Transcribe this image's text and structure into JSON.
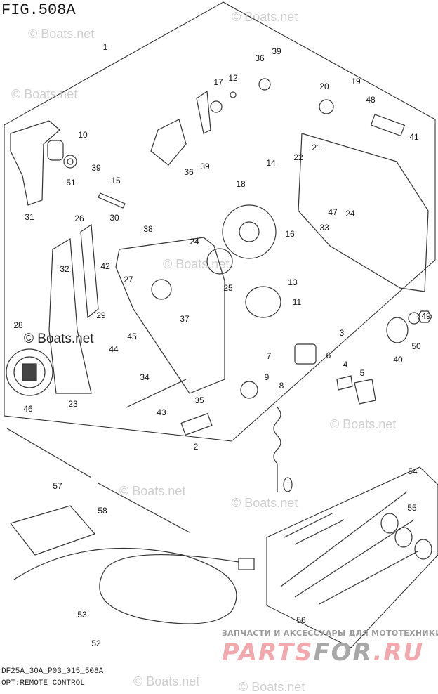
{
  "figure": {
    "title": "FIG.508A",
    "code": "DF25A_30A_P03_015_508A",
    "caption": "OPT:REMOTE CONTROL"
  },
  "callouts": [
    "1",
    "36",
    "39",
    "17",
    "12",
    "19",
    "20",
    "48",
    "10",
    "41",
    "39",
    "15",
    "36",
    "39",
    "14",
    "22",
    "21",
    "18",
    "51",
    "47",
    "24",
    "31",
    "26",
    "30",
    "33",
    "16",
    "38",
    "24",
    "32",
    "42",
    "27",
    "25",
    "13",
    "11",
    "29",
    "37",
    "3",
    "28",
    "44",
    "45",
    "6",
    "4",
    "5",
    "7",
    "40",
    "50",
    "49",
    "9",
    "8",
    "34",
    "23",
    "46",
    "43",
    "35",
    "2",
    "54",
    "57",
    "58",
    "55",
    "53",
    "56",
    "52"
  ],
  "watermark": {
    "text": "© Boats.net",
    "strong_text": "© Boats.net"
  },
  "shop": {
    "tagline": "ЗАПЧАСТИ И АКСЕССУАРЫ ДЛЯ МОТОТЕХНИКИ",
    "logo_part1": "PARTS",
    "logo_part2": "FOR",
    "logo_part3": ".RU",
    "colors": {
      "red": "#f2a8ad",
      "grey": "#a8a8a8"
    }
  }
}
